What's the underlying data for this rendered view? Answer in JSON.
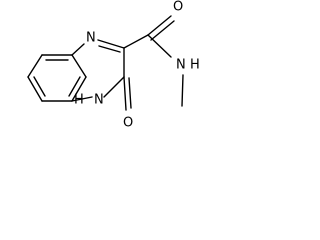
{
  "molecule": {
    "atoms": {
      "n_top": "N",
      "n_bottom": "N",
      "h_bottom": "H",
      "o_top": "O",
      "o_bottom": "O",
      "n_amide": "N",
      "h_amide": "H"
    }
  }
}
